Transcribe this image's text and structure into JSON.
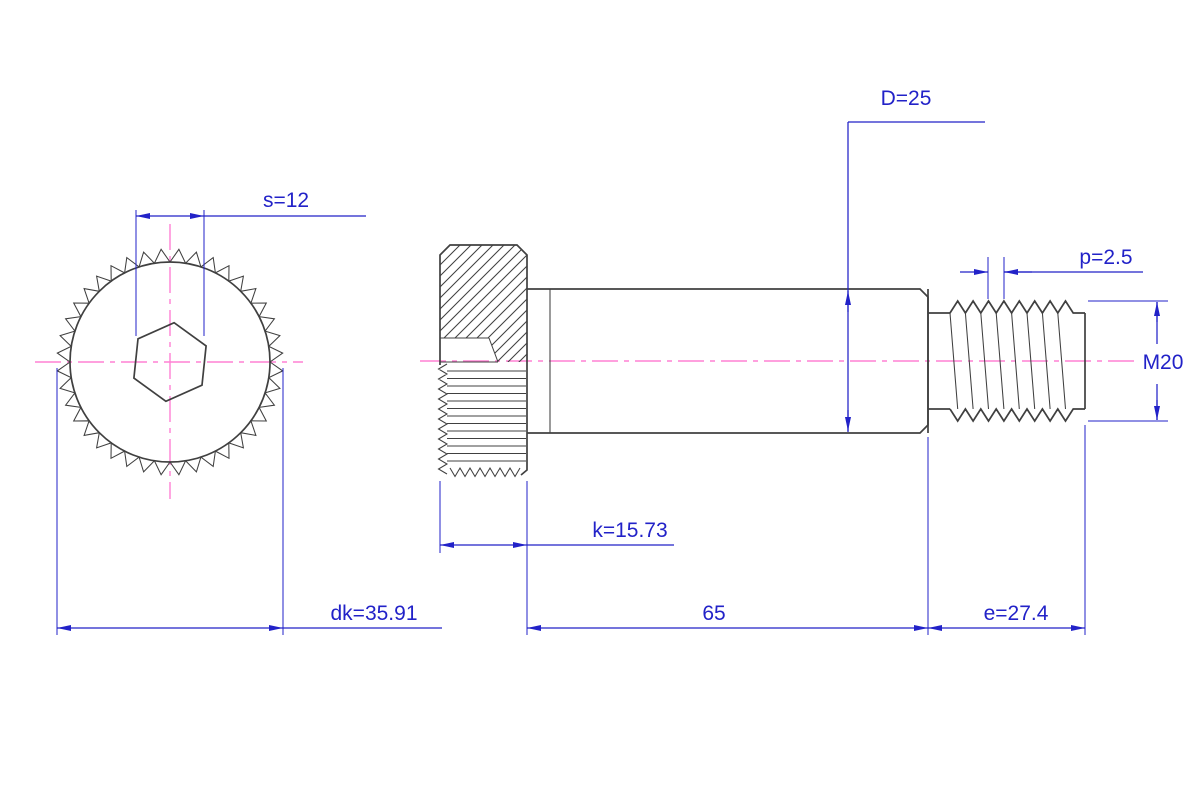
{
  "drawing": {
    "labels": {
      "socket_width": "s=12",
      "shoulder_diameter": "D=25",
      "thread_pitch": "p=2.5",
      "thread_designation": "M20",
      "head_length": "k=15.73",
      "head_diameter": "dk=35.91",
      "shoulder_length": "65",
      "thread_length": "e=27.4"
    },
    "colors": {
      "part_line": "#404040",
      "dimension": "#2222c8",
      "centerline": "#ff80d4"
    }
  }
}
